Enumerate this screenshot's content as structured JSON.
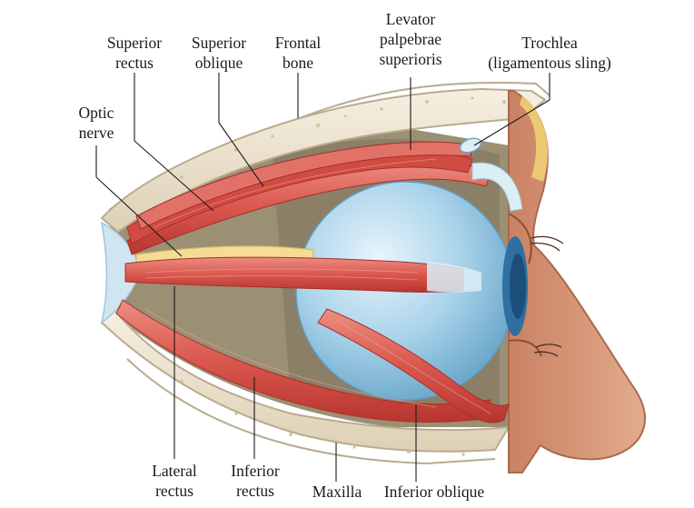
{
  "colors": {
    "muscle": "#d9574d",
    "muscle_dark": "#b8352f",
    "muscle_light": "#ec8d82",
    "bone": "#efe6d4",
    "bone_edge": "#b9ab8f",
    "eyeball": "#a9d3ea",
    "tendon": "#dbeef6",
    "nerve": "#f5dc94",
    "skin": "#d99a7b",
    "cavity": "#8d8268",
    "leader": "#1a1a1a"
  },
  "labels": {
    "superior_rectus": [
      "Superior",
      "rectus"
    ],
    "superior_oblique": [
      "Superior",
      "oblique"
    ],
    "frontal_bone": [
      "Frontal",
      "bone"
    ],
    "levator": [
      "Levator",
      "palpebrae",
      "superioris"
    ],
    "trochlea": [
      "Trochlea",
      "(ligamentous sling)"
    ],
    "optic_nerve": [
      "Optic",
      "nerve"
    ],
    "lateral_rectus": [
      "Lateral",
      "rectus"
    ],
    "inferior_rectus": [
      "Inferior",
      "rectus"
    ],
    "maxilla": [
      "Maxilla"
    ],
    "inferior_oblique": [
      "Inferior oblique"
    ]
  }
}
